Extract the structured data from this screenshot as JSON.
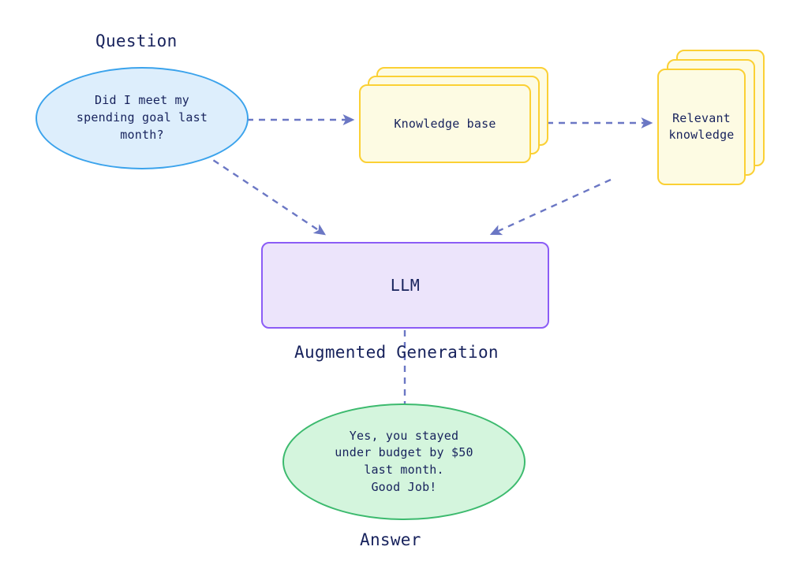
{
  "diagram": {
    "title": "Retrieval Augmented Generation flow",
    "background": "#ffffff",
    "text_color": "#17225c",
    "edge_color": "#6b77c4"
  },
  "nodes": {
    "question_caption": "Question",
    "question_text": "Did I meet my\nspending goal last\nmonth?",
    "knowledge_base": "Knowledge base",
    "relevant_knowledge": "Relevant\nknowledge",
    "llm": "LLM",
    "augmented_generation": "Augmented Generation",
    "answer_text": "Yes, you stayed\nunder budget by $50\nlast month.\nGood Job!",
    "answer_caption": "Answer"
  },
  "colors": {
    "question_fill": "#ddeefc",
    "question_stroke": "#3ba3ec",
    "card_fill": "#fdfbe3",
    "card_stroke": "#fbd034",
    "llm_fill": "#ece4fb",
    "llm_stroke": "#8b5cf6",
    "answer_fill": "#d4f5dd",
    "answer_stroke": "#3cba6e",
    "arrow": "#6b77c4"
  },
  "edges": [
    {
      "id": "question-to-kb",
      "from": "Question",
      "to": "Knowledge base",
      "style": "dashed"
    },
    {
      "id": "kb-to-rk",
      "from": "Knowledge base",
      "to": "Relevant knowledge",
      "style": "dashed"
    },
    {
      "id": "question-to-llm",
      "from": "Question",
      "to": "LLM",
      "style": "dashed"
    },
    {
      "id": "rk-to-llm",
      "from": "Relevant knowledge",
      "to": "LLM",
      "style": "dashed"
    },
    {
      "id": "llm-to-answer",
      "from": "LLM",
      "to": "Answer",
      "style": "dashed",
      "label": "Augmented Generation"
    }
  ]
}
